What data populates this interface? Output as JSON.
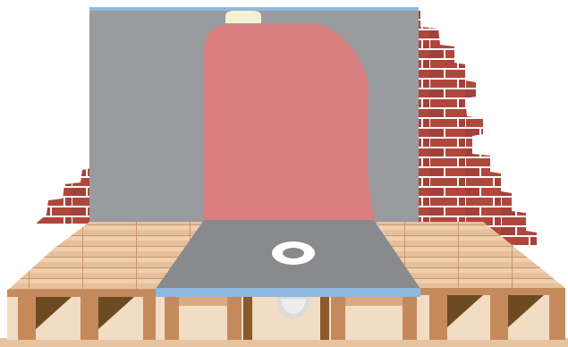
{
  "scene": {
    "colors": {
      "brick": "#b0473c",
      "brick_dark": "#8f3a31",
      "mortar": "#ffffff",
      "wall_panel": "#9a9b9e",
      "panel_edge": "#8fb8df",
      "membrane": "#d97f7f",
      "lamp": "#f6f1d3",
      "deck_light": "#ecc9a6",
      "deck_mid": "#d9a982",
      "deck_dark": "#b98158",
      "joist_top": "#c58a5c",
      "joist_front": "#8a5a2e",
      "joist_shadow": "#6e4a22",
      "floor_tray": "#898a8d",
      "drain_ring": "#ffffff",
      "drain_pipe": "#dadbdc"
    },
    "parts": [
      "brick-wall",
      "wall-board",
      "waterproof-membrane",
      "ceiling-light",
      "wooden-floor-boards",
      "shower-tray-board",
      "floor-drain",
      "drain-pipe",
      "floor-joists"
    ]
  }
}
